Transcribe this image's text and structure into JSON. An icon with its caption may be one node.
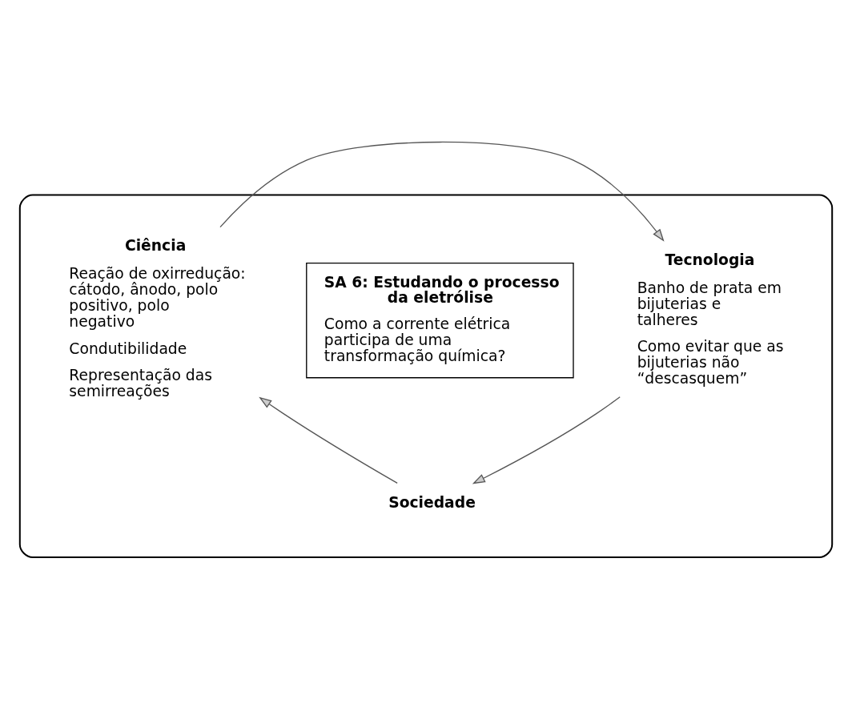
{
  "diagram": {
    "nodes": [
      {
        "text": [],
        "shape": "box"
      },
      {
        "text": [
          "Ciência",
          "Reação de oxirredução: cátodo, ânodo, polo positivo, polo negativo",
          "Condutibilidade",
          "Representação das semirreações"
        ],
        "in": 0
      },
      {
        "text": [
          "SA 6: Estudando o processo da eletrólise",
          "Como a corrente elétrica participa de uma transformação química?"
        ],
        "in": 0
      },
      {
        "text": [
          "Tecnologia",
          "Banho de prata em bijuterias e talheres",
          "Como evitar que as bijuterias não “descasquem”"
        ],
        "in": 0
      },
      {
        "text": [
          "Sociedade"
        ],
        "in": 0
      }
    ],
    "edges": [
      {
        "from": 1,
        "to": 3,
        "arrow": "to"
      },
      {
        "from": 3,
        "to": 4,
        "arrow": "to"
      },
      {
        "from": 4,
        "to": 1,
        "arrow": "to"
      }
    ]
  }
}
